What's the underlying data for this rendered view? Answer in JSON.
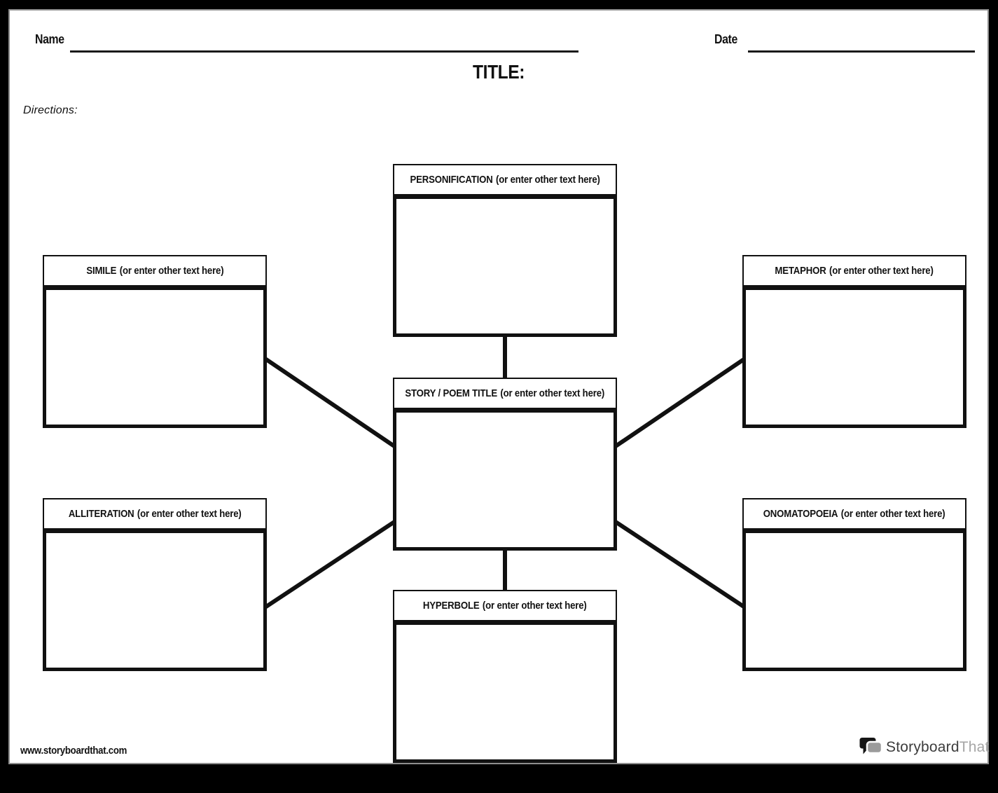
{
  "header": {
    "name_label": "Name",
    "date_label": "Date",
    "title_label": "TITLE:",
    "directions_label": "Directions:"
  },
  "diagram": {
    "center": {
      "term": "STORY / POEM TITLE",
      "hint": "(or enter other text here)"
    },
    "nodes": [
      {
        "id": "personification",
        "term": "PERSONIFICATION",
        "hint": "(or enter other text here)"
      },
      {
        "id": "simile",
        "term": "SIMILE",
        "hint": "(or enter other text here)"
      },
      {
        "id": "metaphor",
        "term": "METAPHOR",
        "hint": "(or enter other text here)"
      },
      {
        "id": "alliteration",
        "term": "ALLITERATION",
        "hint": "(or enter other text here)"
      },
      {
        "id": "onomatopoeia",
        "term": "ONOMATOPOEIA",
        "hint": "(or enter other text here)"
      },
      {
        "id": "hyperbole",
        "term": "HYPERBOLE",
        "hint": "(or enter other text here)"
      }
    ]
  },
  "footer": {
    "website_url": "www.storyboardthat.com",
    "logo": {
      "text_primary": "Storyboard",
      "text_secondary": "That"
    }
  },
  "colors": {
    "ink": "#111111",
    "page_background": "#ffffff",
    "frame_background": "#000000",
    "logo_bubble_dark": "#161616",
    "logo_bubble_gray": "#9b9b9b",
    "logo_text_dark": "#3d3d3d",
    "logo_text_gray": "#a6a6a6"
  }
}
